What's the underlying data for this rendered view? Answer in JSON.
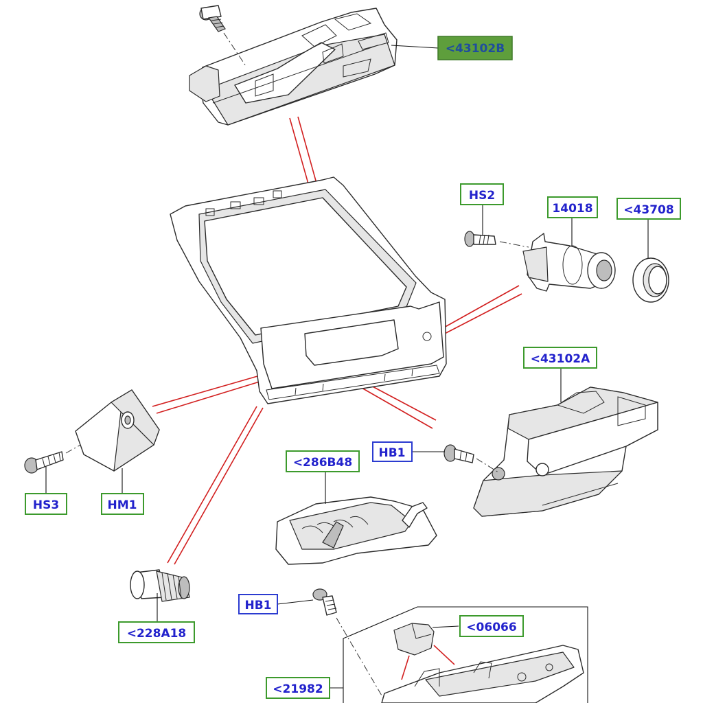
{
  "callouts": [
    {
      "id": "c43102B",
      "label": "<43102B",
      "style": "highlight"
    },
    {
      "id": "cHS2",
      "label": "HS2",
      "style": "green"
    },
    {
      "id": "c14018",
      "label": "14018",
      "style": "green"
    },
    {
      "id": "c43708",
      "label": "<43708",
      "style": "green"
    },
    {
      "id": "c43102A",
      "label": "<43102A",
      "style": "green"
    },
    {
      "id": "cHB1a",
      "label": "HB1",
      "style": "blue"
    },
    {
      "id": "c286B48",
      "label": "<286B48",
      "style": "green"
    },
    {
      "id": "cHS3",
      "label": "HS3",
      "style": "green"
    },
    {
      "id": "cHM1",
      "label": "HM1",
      "style": "green"
    },
    {
      "id": "c228A18",
      "label": "<228A18",
      "style": "green"
    },
    {
      "id": "cHB1b",
      "label": "HB1",
      "style": "blue"
    },
    {
      "id": "c06066",
      "label": "<06066",
      "style": "green"
    },
    {
      "id": "c21982",
      "label": "<21982",
      "style": "green"
    }
  ],
  "colors": {
    "green_border": "#3c9a2c",
    "blue_border": "#2b3bd0",
    "label_text": "#2222cc",
    "highlight_fill": "#5e9e3c",
    "highlight_text": "#1f4d9e",
    "assembly_line": "#d21f1f"
  }
}
